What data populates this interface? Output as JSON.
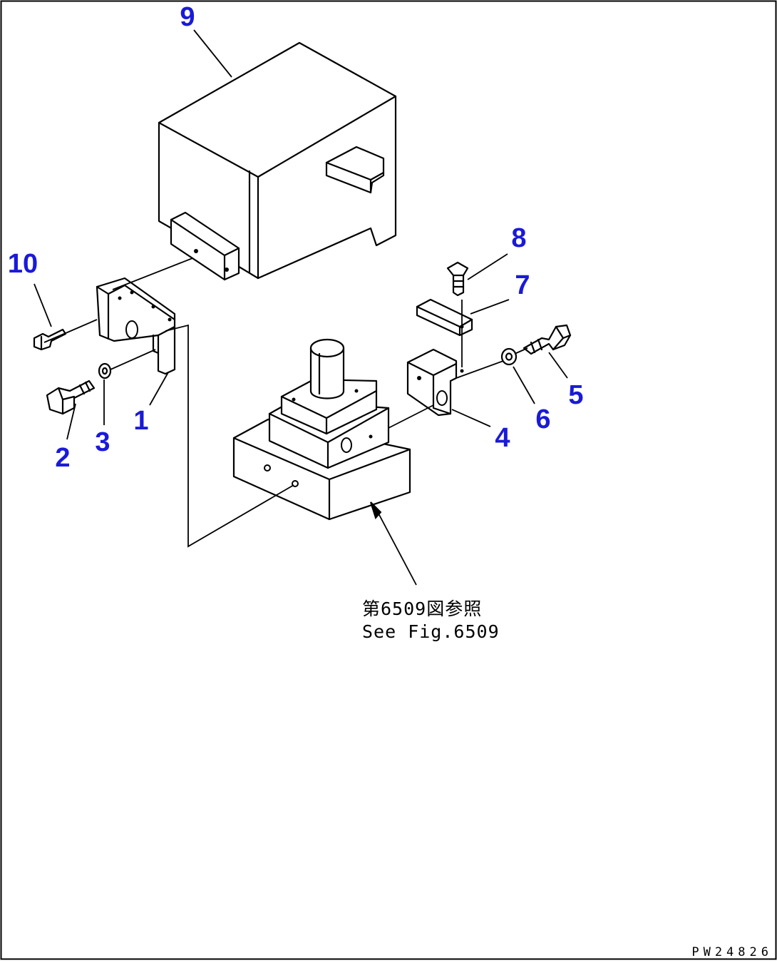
{
  "callouts": [
    "9",
    "10",
    "8",
    "7",
    "5",
    "6",
    "4",
    "1",
    "3",
    "2"
  ],
  "note": {
    "line_ja": "第6509図参照",
    "line_en": "See Fig.6509"
  },
  "drawing_code": "PW24826"
}
